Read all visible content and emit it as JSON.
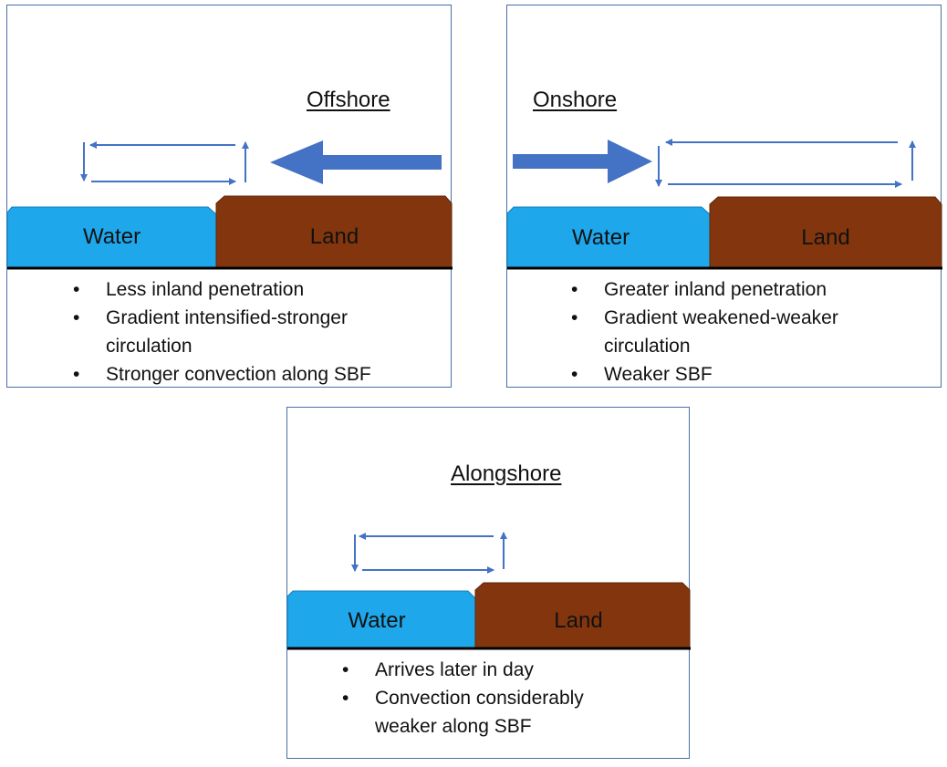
{
  "colors": {
    "water": "#1ea7ea",
    "land": "#83360e",
    "arrow": "#4472c4",
    "border": "#4a6fa5"
  },
  "panels": {
    "offshore": {
      "title": "Offshore",
      "water_label": "Water",
      "land_label": "Land",
      "bullets": [
        "Less inland penetration",
        "Gradient intensified-stronger circulation",
        "Stronger convection along SBF"
      ]
    },
    "onshore": {
      "title": "Onshore",
      "water_label": "Water",
      "land_label": "Land",
      "bullets": [
        "Greater inland penetration",
        "Gradient weakened-weaker circulation",
        "Weaker SBF"
      ]
    },
    "alongshore": {
      "title": "Alongshore",
      "water_label": "Water",
      "land_label": "Land",
      "bullets": [
        "Arrives later in day",
        "Convection considerably weaker along SBF"
      ]
    }
  }
}
